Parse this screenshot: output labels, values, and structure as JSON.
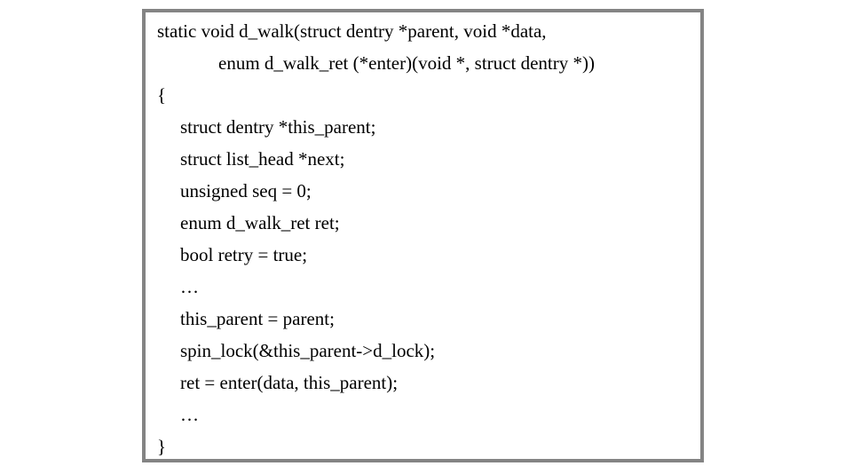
{
  "figure": {
    "border_color": "#848484",
    "background_color": "#ffffff",
    "text_color": "#000000",
    "language": "c",
    "function_name": "d_walk",
    "lines": [
      {
        "indent": 0,
        "ellipsis": false,
        "text": "static void d_walk(struct dentry *parent, void *data,"
      },
      {
        "indent": 2,
        "ellipsis": false,
        "text": "enum d_walk_ret (*enter)(void *, struct dentry *))"
      },
      {
        "indent": 0,
        "ellipsis": false,
        "text": "{"
      },
      {
        "indent": 1,
        "ellipsis": false,
        "text": "struct dentry *this_parent;"
      },
      {
        "indent": 1,
        "ellipsis": false,
        "text": "struct list_head *next;"
      },
      {
        "indent": 1,
        "ellipsis": false,
        "text": "unsigned seq = 0;"
      },
      {
        "indent": 1,
        "ellipsis": false,
        "text": "enum d_walk_ret ret;"
      },
      {
        "indent": 1,
        "ellipsis": false,
        "text": "bool retry = true;"
      },
      {
        "indent": 1,
        "ellipsis": true,
        "text": "…"
      },
      {
        "indent": 1,
        "ellipsis": false,
        "text": "this_parent = parent;"
      },
      {
        "indent": 1,
        "ellipsis": false,
        "text": "spin_lock(&this_parent->d_lock);"
      },
      {
        "indent": 1,
        "ellipsis": false,
        "text": "ret = enter(data, this_parent);"
      },
      {
        "indent": 1,
        "ellipsis": true,
        "text": "…"
      },
      {
        "indent": 0,
        "ellipsis": false,
        "text": "}"
      }
    ]
  }
}
